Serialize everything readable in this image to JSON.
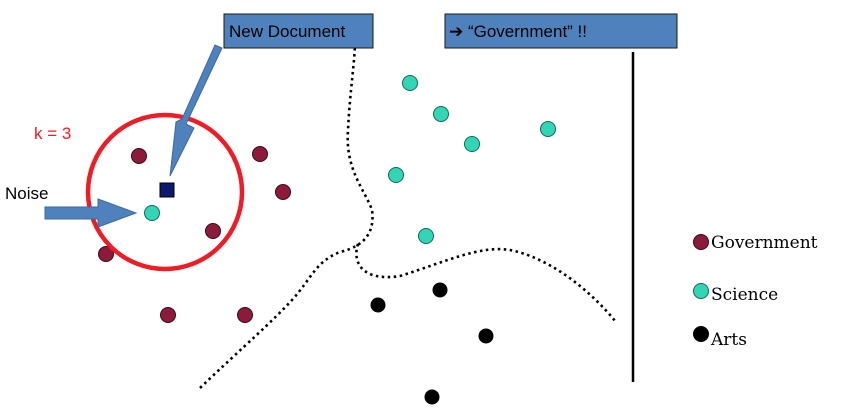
{
  "labels": {
    "new_document": "New Document",
    "verdict": "➔ “Government” !!",
    "k_value": "k = 3",
    "noise": "Noise"
  },
  "legend": [
    {
      "label": "Government",
      "color": "#8b1a3b"
    },
    {
      "label": "Science",
      "color": "#33d6b4"
    },
    {
      "label": "Arts",
      "color": "#000000"
    }
  ],
  "colors": {
    "government": "#8b1a3b",
    "science": "#33d6b4",
    "arts": "#000000",
    "query_point": "#0b1a6e",
    "callout_box": "#4f81bd",
    "k_circle": "#ee1c25",
    "k_label": "#ee1c25"
  }
}
